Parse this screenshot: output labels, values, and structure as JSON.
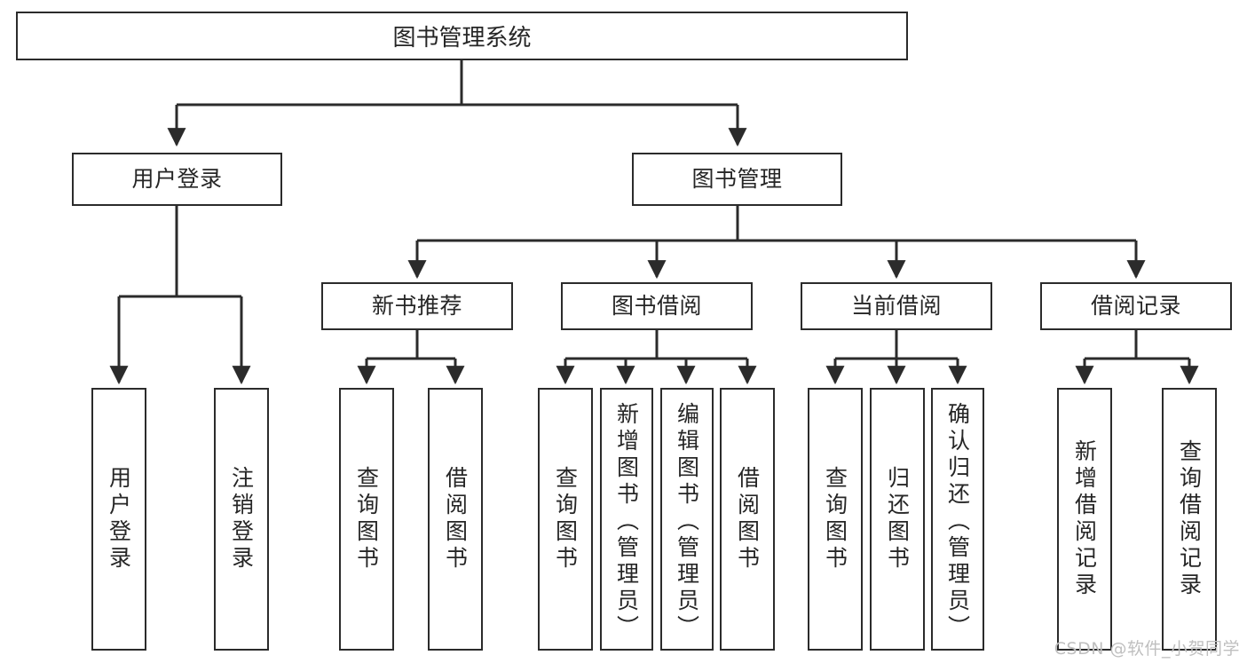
{
  "diagram": {
    "title": "图书管理系统",
    "type": "tree-hierarchy",
    "root": {
      "label": "图书管理系统"
    },
    "level2": [
      {
        "label": "用户登录"
      },
      {
        "label": "图书管理"
      }
    ],
    "level3": [
      {
        "label": "新书推荐"
      },
      {
        "label": "图书借阅"
      },
      {
        "label": "当前借阅"
      },
      {
        "label": "借阅记录"
      }
    ],
    "leaves": {
      "user_login": [
        {
          "label": "用户登录"
        },
        {
          "label": "注销登录"
        }
      ],
      "new_book_recommend": [
        {
          "label": "查询图书"
        },
        {
          "label": "借阅图书"
        }
      ],
      "book_borrow": [
        {
          "label": "查询图书"
        },
        {
          "label": "新增图书（管理员）"
        },
        {
          "label": "编辑图书（管理员）"
        },
        {
          "label": "借阅图书"
        }
      ],
      "current_borrow": [
        {
          "label": "查询图书"
        },
        {
          "label": "归还图书"
        },
        {
          "label": "确认归还（管理员）"
        }
      ],
      "borrow_record": [
        {
          "label": "新增借阅记录"
        },
        {
          "label": "查询借阅记录"
        }
      ]
    }
  },
  "watermark": {
    "text": "CSDN @软件_小贺同学"
  },
  "colors": {
    "stroke": "#2b2b2b",
    "text": "#262626",
    "background": "#ffffff",
    "watermark": "#bfbfbf"
  }
}
